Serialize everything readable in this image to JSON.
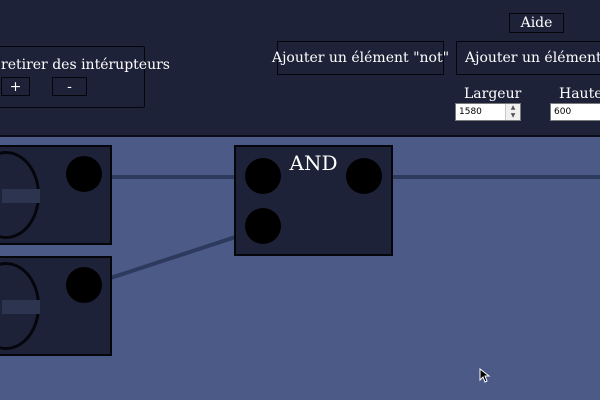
{
  "toolbar": {
    "help_button": "Aide",
    "switch_panel_label": "retirer des intérupteurs",
    "add_button": "+",
    "remove_button": "-",
    "add_not_button": "Ajouter un élément \"not\"",
    "add_and_button": "Ajouter un élément \"an",
    "width_label": "Largeur",
    "width_value": "1580",
    "height_label": "Hauteur",
    "height_value": "600"
  },
  "canvas": {
    "and_gate": {
      "title": "AND"
    }
  },
  "colors": {
    "toolbar_bg": "#1e2238",
    "canvas_bg": "#4b5a87",
    "wire": "#2d3a5e",
    "port": "#000000"
  }
}
